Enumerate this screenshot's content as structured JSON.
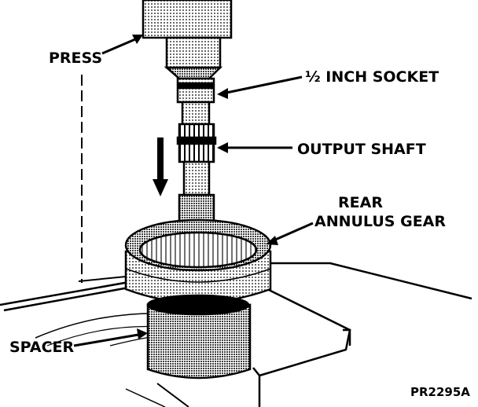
{
  "labels": {
    "press": "PRESS",
    "socket": "½ INCH SOCKET",
    "output_shaft": "OUTPUT SHAFT",
    "rear_line1": "REAR",
    "rear_line2": "ANNULUS GEAR",
    "spacer": "SPACER",
    "figure_code": "PR2295A"
  },
  "colors": {
    "ink": "#000000",
    "paper": "#ffffff"
  },
  "icons": {
    "direction": "down-arrow-icon"
  }
}
